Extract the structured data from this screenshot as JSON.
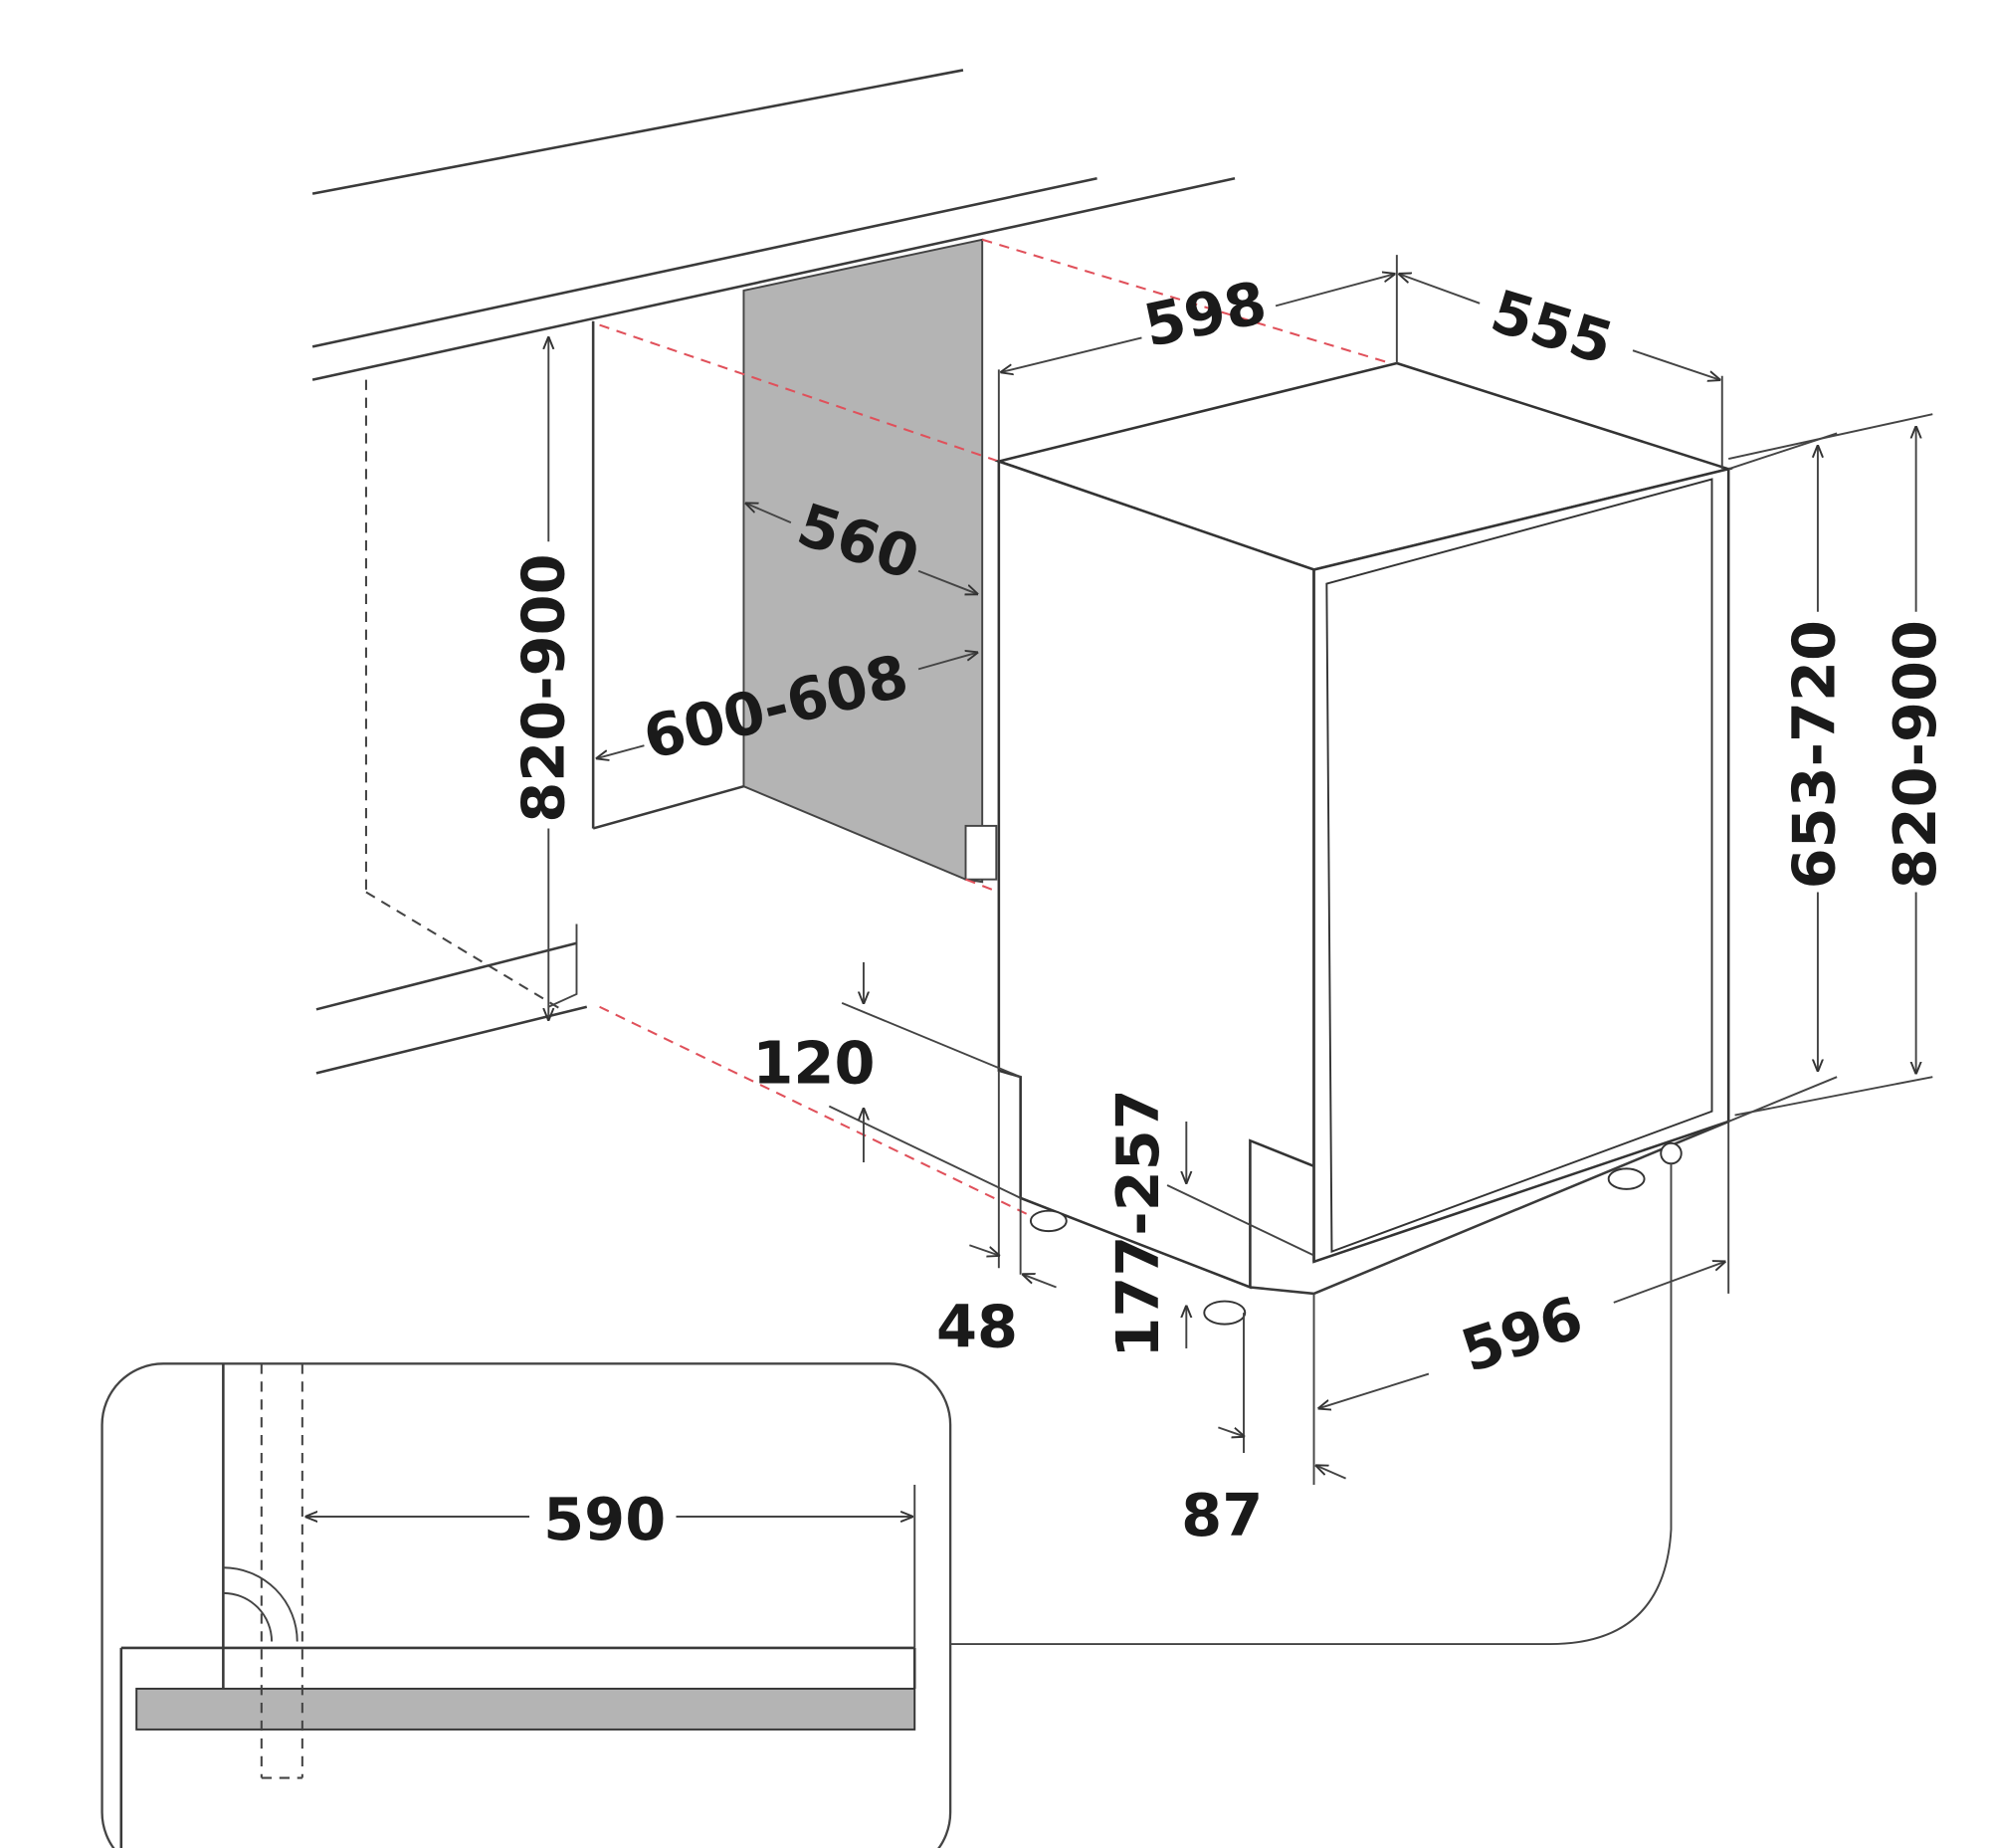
{
  "dimensions": {
    "width_top": "598",
    "depth_top": "555",
    "niche_depth": "560",
    "niche_width": "600-608",
    "niche_height": "820-900",
    "door_height": "653-720",
    "total_height": "820-900",
    "plinth_height": "120",
    "plinth_offset": "48",
    "leg_height": "177-257",
    "front_width": "596",
    "door_offset": "87",
    "inset_width": "590"
  },
  "colors": {
    "panel": "#b4b4b4",
    "guide": "#e0505a",
    "line": "#3a3a3a"
  }
}
